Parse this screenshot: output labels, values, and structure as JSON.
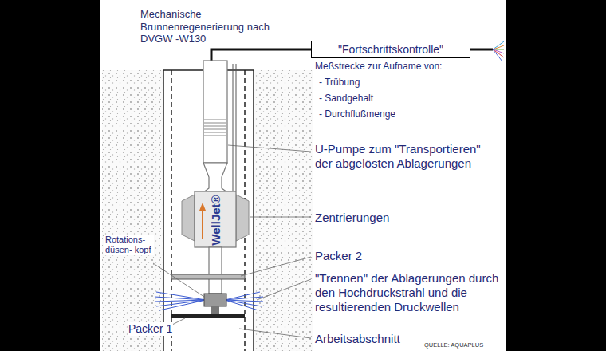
{
  "diagram": {
    "title": "Mechanische Brunnenregenerierung nach DVGW -W130",
    "nodes": [
      {
        "text": [
          "\"Fortschrittskontrolle\""
        ]
      }
    ],
    "labels": [
      "Meßstrecke zur Aufname von:",
      "- Trübung",
      "- Sandgehalt",
      "- Durchflußmenge",
      "U-Pumpe zum \"Transportieren\" der abgelösten Ablagerungen",
      "Zentrierungen",
      "Packer 2",
      "\"Trennen\" der Ablagerungen durch den Hochdruckstrahl und die resultierenden Druckwellen",
      "Arbeitsabschnitt",
      "Rotations- düsen- kopf",
      "Packer 1",
      "WellJet®",
      "QUELLE: AQUAPLUS"
    ]
  }
}
